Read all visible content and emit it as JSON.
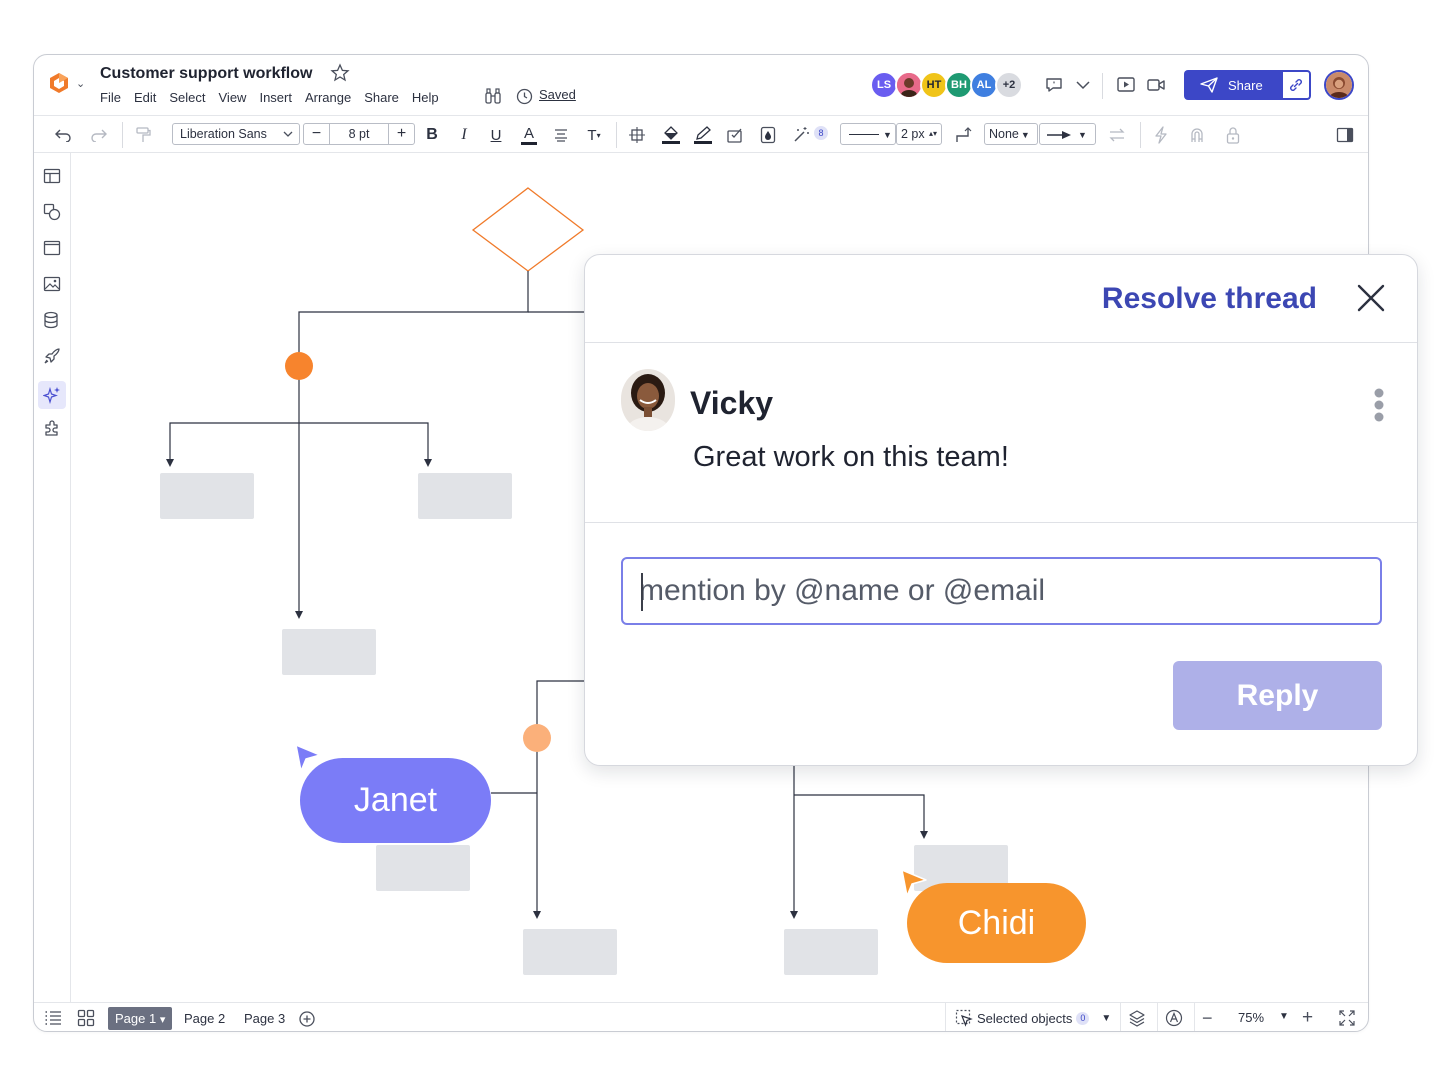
{
  "app": {
    "title": "Customer support workflow",
    "saved_label": "Saved",
    "menu": [
      "File",
      "Edit",
      "Select",
      "View",
      "Insert",
      "Arrange",
      "Share",
      "Help"
    ]
  },
  "collaborators": [
    {
      "initials": "LS",
      "color": "#6a5df0"
    },
    {
      "initials": "",
      "color": "#e25a7a"
    },
    {
      "initials": "HT",
      "color": "#f0c419"
    },
    {
      "initials": "BH",
      "color": "#1e9a72"
    },
    {
      "initials": "AL",
      "color": "#3f7fe0"
    },
    {
      "initials": "+2",
      "color": "#d9dbe0"
    }
  ],
  "share": {
    "label": "Share"
  },
  "toolbar": {
    "font": "Liberation Sans",
    "font_size": "8 pt",
    "badge_count": "8",
    "stroke_width": "2 px",
    "endpoint_start": "None"
  },
  "bottombar": {
    "pages": [
      "Page 1",
      "Page 2",
      "Page 3"
    ],
    "active_page_caret": "▾",
    "selected_label": "Selected objects",
    "selected_count": "0",
    "zoom": "75%"
  },
  "comment": {
    "resolve_label": "Resolve thread",
    "author": "Vicky",
    "text": "Great work on this team!",
    "input_placeholder": "mention by @name or @email",
    "reply_label": "Reply"
  },
  "cursors": {
    "janet": {
      "name": "Janet",
      "color": "#7b7cf7"
    },
    "chidi": {
      "name": "Chidi",
      "color": "#f7952d"
    }
  },
  "colors": {
    "accent": "#3c47c7",
    "diagram_orange": "#f07a2a",
    "shape_gray": "#e1e3e7"
  }
}
